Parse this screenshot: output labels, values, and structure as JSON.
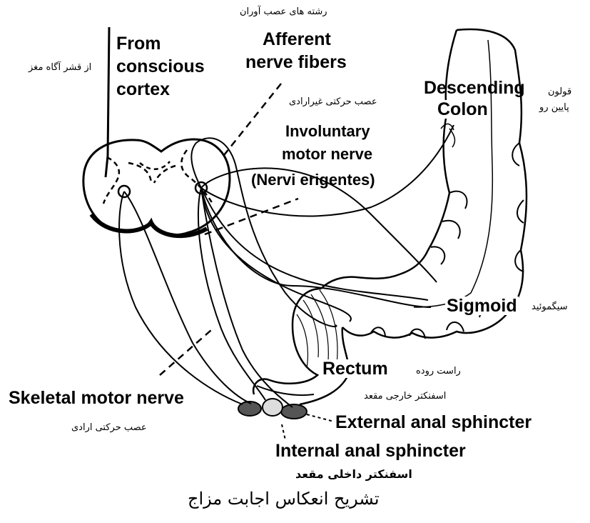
{
  "labels": {
    "afferent_fa": "رشته های عصب آوران",
    "afferent_en_1": "Afferent",
    "afferent_en_2": "nerve fibers",
    "cortex_fa": "از قشر آگاه مغز",
    "cortex_en_1": "From",
    "cortex_en_2": "conscious",
    "cortex_en_3": "cortex",
    "descending_en_1": "Descending",
    "descending_en_2": "Colon",
    "descending_fa_1": "قولون",
    "descending_fa_2": "پایین رو",
    "involuntary_fa": "عصب حرکتی غیرارادی",
    "involuntary_en_1": "Involuntary",
    "involuntary_en_2": "motor nerve",
    "involuntary_en_3": "(Nervi erigentes)",
    "sigmoid_en": "Sigmoid",
    "sigmoid_fa": "سیگموئید",
    "rectum_en": "Rectum",
    "rectum_fa": "راست روده",
    "skeletal_en": "Skeletal motor nerve",
    "skeletal_fa": "عصب حرکتی ارادی",
    "external_fa": "اسفنکتر خارجی مقعد",
    "external_en": "External anal sphincter",
    "internal_en": "Internal anal sphincter",
    "internal_fa": "اسفنکتر داخلی مقعد"
  },
  "caption": "تشریح انعکاس اجابت مزاج",
  "colors": {
    "ink": "#000000",
    "paper": "#ffffff"
  }
}
